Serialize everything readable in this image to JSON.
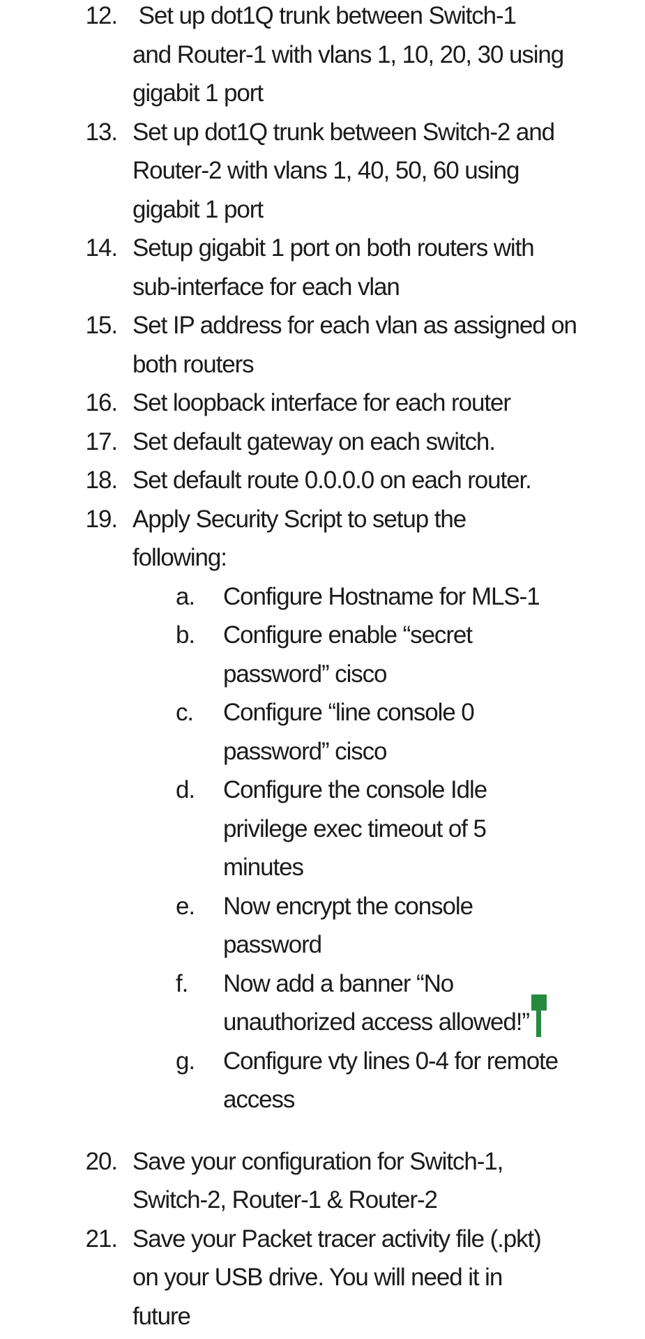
{
  "document": {
    "background_color": "#ffffff",
    "text_color": "#1b1b1b",
    "cursor_marker": {
      "name": "text-insertion-cursor",
      "color": "#258a3e"
    }
  },
  "list": {
    "items": [
      {
        "number": "12.",
        "lines": [
          " Set up dot1Q trunk between Switch-1",
          "and Router-1 with vlans 1, 10, 20, 30 using",
          "gigabit 1 port"
        ]
      },
      {
        "number": "13.",
        "lines": [
          "Set up dot1Q trunk between Switch-2 and",
          "Router-2 with vlans 1, 40, 50, 60 using",
          "gigabit 1 port"
        ]
      },
      {
        "number": "14.",
        "lines": [
          "Setup gigabit 1 port on both routers with",
          "sub-interface for each vlan"
        ]
      },
      {
        "number": "15.",
        "lines": [
          "Set IP address for each vlan as assigned on",
          "both routers"
        ]
      },
      {
        "number": "16.",
        "lines": [
          "Set loopback interface for each router"
        ]
      },
      {
        "number": "17.",
        "lines": [
          "Set default gateway on each switch."
        ]
      },
      {
        "number": "18.",
        "lines": [
          "Set default route 0.0.0.0 on each router."
        ]
      },
      {
        "number": "19.",
        "lines": [
          "Apply Security Script to setup the",
          "following:"
        ],
        "subitems": [
          {
            "letter": "a.",
            "lines": [
              "Configure Hostname for MLS-1"
            ]
          },
          {
            "letter": "b.",
            "lines": [
              "Configure enable “secret",
              "password” cisco"
            ]
          },
          {
            "letter": "c.",
            "lines": [
              "Configure “line console 0",
              "password” cisco"
            ]
          },
          {
            "letter": "d.",
            "lines": [
              "Configure the console Idle",
              "privilege exec timeout of 5",
              "minutes"
            ]
          },
          {
            "letter": "e.",
            "lines": [
              "Now encrypt the console",
              "password"
            ]
          },
          {
            "letter": "f.",
            "lines": [
              "Now add a banner “No",
              "unauthorized access allowed!”"
            ],
            "cursor_after_line": 1
          },
          {
            "letter": "g.",
            "lines": [
              "Configure vty lines 0-4 for remote",
              "access"
            ]
          }
        ]
      },
      {
        "number": "20.",
        "gap_before": true,
        "lines": [
          "Save your configuration for Switch-1,",
          "Switch-2, Router-1 & Router-2"
        ]
      },
      {
        "number": "21.",
        "lines": [
          "Save your Packet tracer activity file (.pkt)",
          "on your USB drive. You will need it in",
          "future"
        ]
      }
    ]
  }
}
